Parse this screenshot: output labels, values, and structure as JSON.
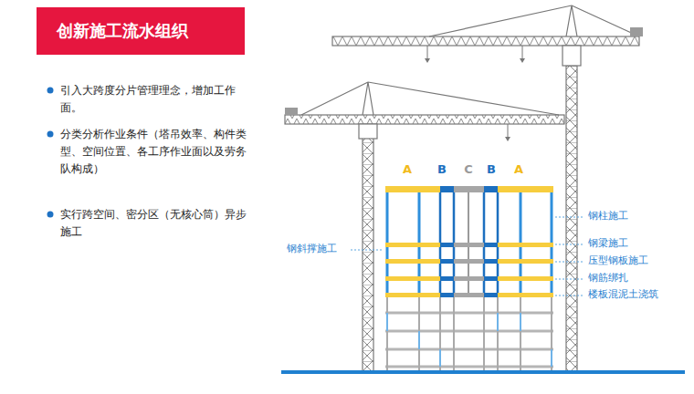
{
  "diagram": {
    "title": "创新施工流水组织",
    "labels": [
      "引入大跨度分片管理理念，增加工作面。",
      "分类分析作业条件（塔吊效率、构件类型、空间位置、各工序作业面以及劳务队构成）",
      "实行跨空间、密分区（无核心筒）异步施工",
      "A",
      "B",
      "C",
      "B",
      "A",
      "钢柱施工",
      "钢梁施工",
      "压型钢板施工",
      "钢筋绑扎",
      "楼板混泥土浇筑",
      "钢斜撑施工"
    ]
  }
}
